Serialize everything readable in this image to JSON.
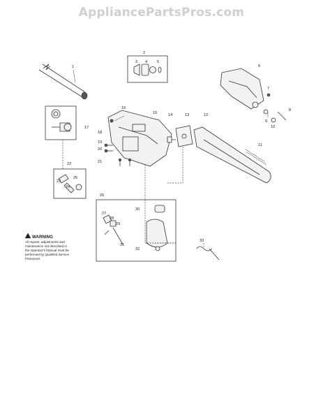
{
  "header": {
    "site_title": "AppliancePartsPros.com"
  },
  "diagram": {
    "callouts": [
      "1",
      "2",
      "3",
      "4",
      "5",
      "6",
      "7",
      "8",
      "9",
      "10",
      "11",
      "12",
      "13",
      "14",
      "15",
      "16",
      "17",
      "18",
      "19",
      "20",
      "21",
      "22",
      "23",
      "24",
      "25",
      "26",
      "27",
      "28",
      "29",
      "30",
      "31",
      "32",
      "33"
    ],
    "warning": {
      "title": "WARNING",
      "lines": [
        "All repairs, adjustments and",
        "maintenance not described in",
        "the Operator's Manual must be",
        "performed by Qualified Service",
        "Personnel."
      ]
    }
  },
  "colors": {
    "header_text": "#cfcfcf",
    "line_art": "#333333",
    "background": "#ffffff"
  }
}
